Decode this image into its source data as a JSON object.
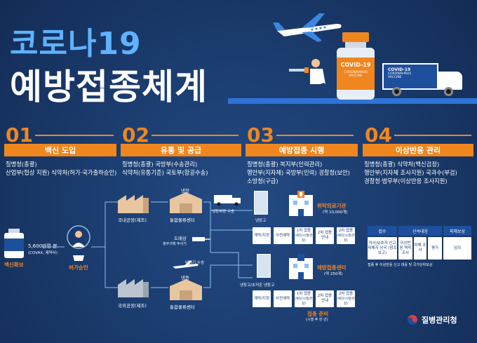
{
  "title": {
    "line1": "코로나19",
    "line2": "예방접종체계"
  },
  "colors": {
    "accent": "#f0861e",
    "background": "#1b3f73",
    "title_blue": "#5fb2ff"
  },
  "illustration": {
    "vial_lines": [
      "COVID-19",
      "CORONAVIRUS",
      "VACCINE"
    ],
    "truck_lines": [
      "COVID-19",
      "CORONAVIRUS",
      "VACCINE"
    ]
  },
  "steps": [
    {
      "num": "01",
      "title": "백신 도입",
      "desc": [
        "질병청(총괄)",
        "산업부(협상 지원) 식약처(허가·국가출하승인)"
      ]
    },
    {
      "num": "02",
      "title": "유통 및 공급",
      "desc": [
        "질병청(총괄) 국방부(수송관리)",
        "식약처(유통기준) 국토부(항공수송)"
      ]
    },
    {
      "num": "03",
      "title": "예방접종 시행",
      "desc": [
        "질병청(총괄) 복지부(인력관리)",
        "행안부(지자체) 국방부(인력) 경찰청(보안)",
        "소방청(구급)"
      ]
    },
    {
      "num": "04",
      "title": "이상반응 관리",
      "desc": [
        "질병청(총괄) 식약처(백신검정)",
        "행안부(지자체 조사지원) 국과수(부검)",
        "경찰청·법무부(이상반응 조사지원)"
      ]
    }
  ],
  "flow": {
    "vial_label": "백신확보",
    "doses": "5,600만명 분",
    "doses_sub": "(COVAX, 제약사)",
    "approval": "허가승인",
    "domestic": "국내공장(제조)",
    "overseas": "국외공장(제조)",
    "fridge_top": "냉장",
    "fridge_bottom": "냉동",
    "logistics_top": "통합물류센터",
    "logistics_bottom": "통합물류센터",
    "truck_transport": "냉장차량 수송",
    "aircraft_transport": "비행기 수송",
    "arrival": "도매상",
    "syringe_note": "정부구매 주사기",
    "cold_storage_top": "냉장고",
    "cold_storage_bottom": "냉장고/초저온 냉동고",
    "clinic_title": "위탁의료기관",
    "clinic_count": "(약 10,000개)",
    "center_title": "예방접종센터",
    "center_count": "(약 250개)",
    "process_cards": [
      {
        "label": "계약/지정",
        "sub": ""
      },
      {
        "label": "사전예약",
        "sub": ""
      },
      {
        "label": "1차 접종",
        "sub": "(예진/시행/관찰)"
      },
      {
        "label": "2차 접종 안내",
        "sub": ""
      },
      {
        "label": "2차 접종",
        "sub": "(예진/시행/관찰)"
      }
    ],
    "center_prep": "접종 준비",
    "center_prep_sub": "(시행 후 한 년)"
  },
  "adverse_table": {
    "headers": [
      "접수",
      "신속대응",
      "피해보상"
    ],
    "cells": [
      "의사/보호자 신고 피해자 당국 (참조 보고)",
      "이상반응 역학조사",
      "피해 조사",
      "평가",
      "심의"
    ],
    "note": "접종 후 이상반응 신고 대응 및 국가단위보상"
  },
  "logo": "질병관리청"
}
